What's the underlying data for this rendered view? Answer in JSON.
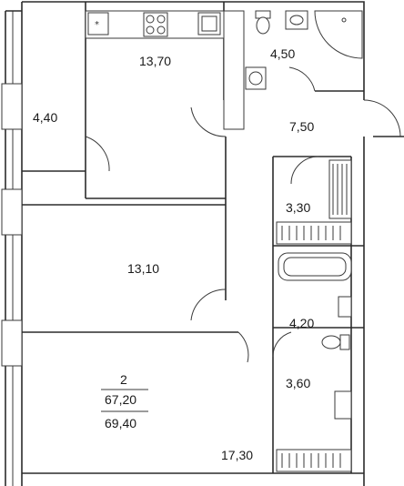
{
  "rooms": {
    "kitchen": "13,70",
    "bathroom_top": "4,50",
    "balcony": "4,40",
    "hall": "7,50",
    "storage": "3,30",
    "bedroom": "13,10",
    "bathroom_mid": "4,20",
    "wc": "3,60",
    "living": "17,30"
  },
  "summary": {
    "rooms_count": "2",
    "living_area": "67,20",
    "total_area": "69,40"
  },
  "icons": [
    "fridge-icon",
    "stove-icon",
    "sink-icon",
    "toilet-icon",
    "shower-icon",
    "bathtub-icon",
    "washer-icon"
  ]
}
